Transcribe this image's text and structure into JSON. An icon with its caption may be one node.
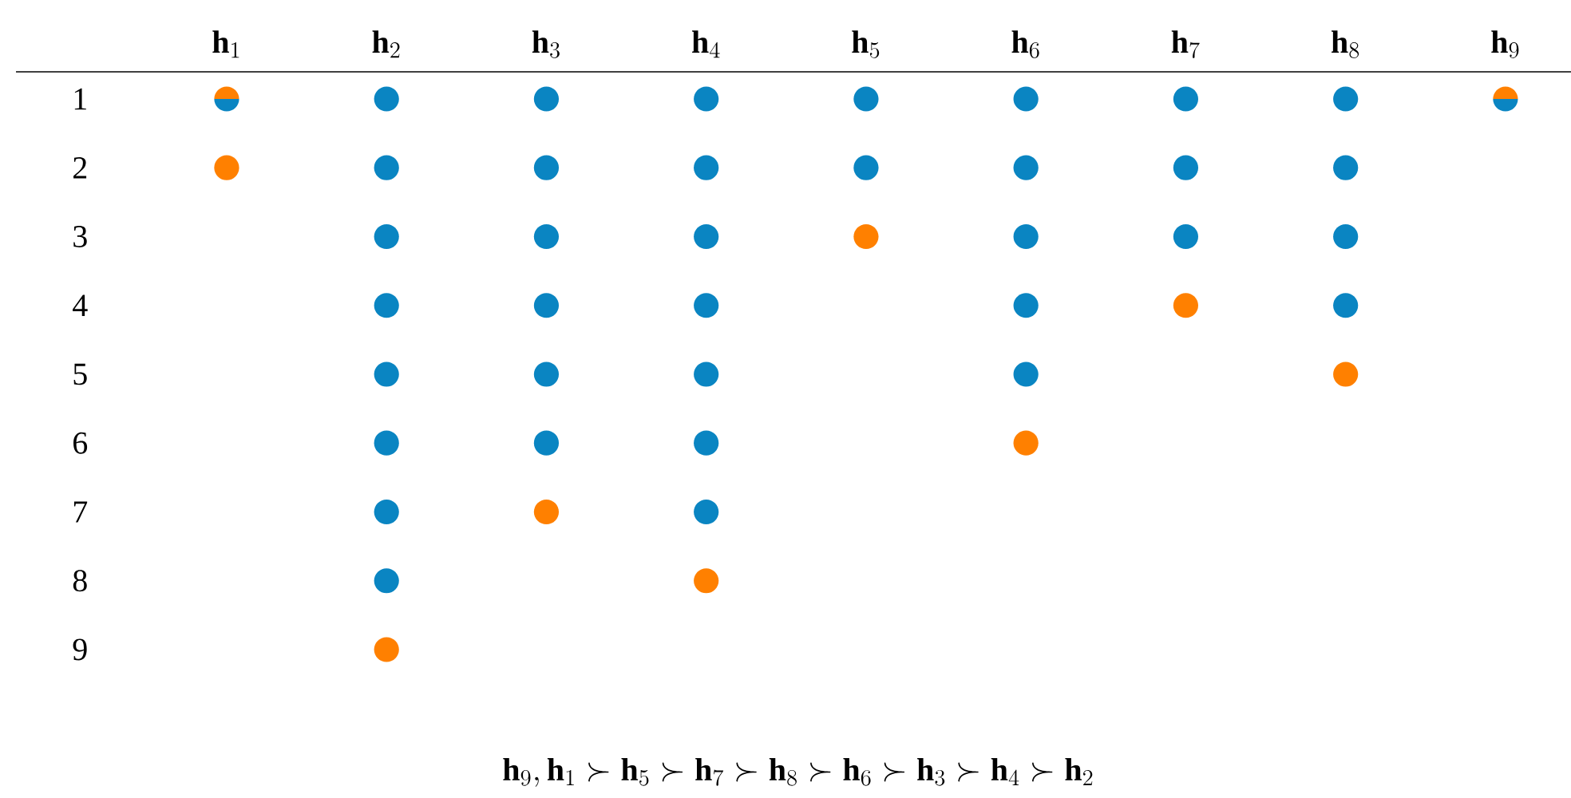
{
  "diagram": {
    "caption": "\\mathbf{h}_9, \\mathbf{h}_1 \\succ \\mathbf{h}_5 \\succ \\mathbf{h}_7 \\succ \\mathbf{h}_8 \\succ \\mathbf{h}_6 \\succ \\mathbf{h}_3 \\succ \\mathbf{h}_4 \\succ \\mathbf{h}_2",
    "chart_data": {
      "type": "scatter",
      "xlim": [
        -0.318,
        9.41
      ],
      "ylim": [
        9,
        1
      ],
      "xticks": [
        {
          "value": 1,
          "label": "\\mathbf{h}_1"
        },
        {
          "value": 2,
          "label": "\\mathbf{h}_2"
        },
        {
          "value": 3,
          "label": "\\mathbf{h}_3"
        },
        {
          "value": 4,
          "label": "\\mathbf{h}_4"
        },
        {
          "value": 5,
          "label": "\\mathbf{h}_5"
        },
        {
          "value": 6,
          "label": "\\mathbf{h}_6"
        },
        {
          "value": 7,
          "label": "\\mathbf{h}_7"
        },
        {
          "value": 8,
          "label": "\\mathbf{h}_8"
        },
        {
          "value": 9,
          "label": "\\mathbf{h}_9"
        }
      ],
      "yticks": [
        {
          "value": 1,
          "label": "1"
        },
        {
          "value": 2,
          "label": "2"
        },
        {
          "value": 3,
          "label": "3"
        },
        {
          "value": 4,
          "label": "4"
        },
        {
          "value": 5,
          "label": "5"
        },
        {
          "value": 6,
          "label": "6"
        },
        {
          "value": 7,
          "label": "7"
        },
        {
          "value": 8,
          "label": "8"
        },
        {
          "value": 9,
          "label": "9"
        }
      ],
      "series": [
        {
          "color": "#0a85c2",
          "x": [
            1,
            2,
            2,
            2,
            2,
            2,
            2,
            2,
            2,
            3,
            3,
            3,
            3,
            3,
            3,
            4,
            4,
            4,
            4,
            4,
            4,
            4,
            5,
            5,
            6,
            6,
            6,
            6,
            6,
            7,
            7,
            7,
            8,
            8,
            8,
            8,
            9
          ],
          "values": [
            1,
            1,
            2,
            3,
            4,
            5,
            6,
            7,
            8,
            1,
            2,
            3,
            4,
            5,
            6,
            1,
            2,
            3,
            4,
            5,
            6,
            7,
            1,
            2,
            1,
            2,
            3,
            4,
            5,
            1,
            2,
            3,
            1,
            2,
            3,
            4,
            1
          ]
        },
        {
          "color": "#ff8000",
          "x": [
            1,
            1,
            2,
            3,
            4,
            5,
            6,
            7,
            8,
            9
          ],
          "values": [
            1,
            2,
            9,
            7,
            8,
            3,
            6,
            4,
            5,
            1
          ]
        }
      ]
    }
  }
}
